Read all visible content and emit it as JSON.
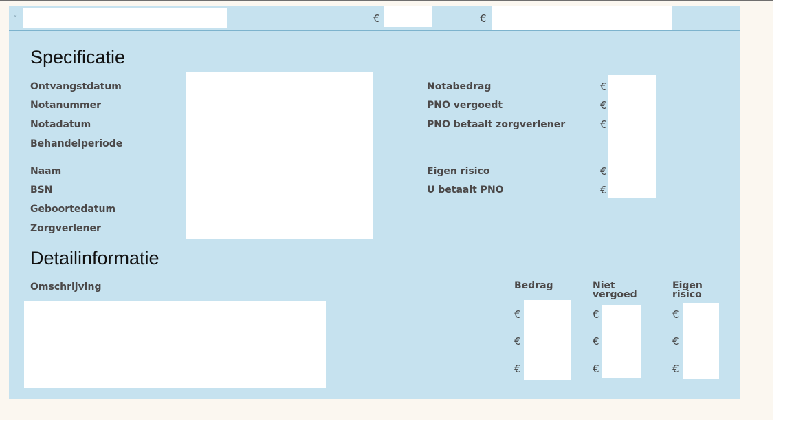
{
  "header": {
    "chevron_icon": "chevron-down-icon",
    "currency_symbol_1": "€",
    "currency_symbol_2": "€"
  },
  "specificatie": {
    "title": "Specificatie",
    "left_labels": [
      "Ontvangstdatum",
      "Notanummer",
      "Notadatum",
      "Behandelperiode",
      "Naam",
      "BSN",
      "Geboortedatum",
      "Zorgverlener"
    ],
    "right_labels": [
      "Notabedrag",
      "PNO vergoedt",
      "PNO betaalt zorgverlener",
      "Eigen risico",
      "U betaalt PNO"
    ],
    "currency_symbol": "€"
  },
  "detail": {
    "title": "Detailinformatie",
    "omschrijving_label": "Omschrijving",
    "columns": [
      "Bedrag",
      "Niet vergoed",
      "Eigen risico"
    ],
    "currency_symbol": "€",
    "row_count_visible": 3
  }
}
